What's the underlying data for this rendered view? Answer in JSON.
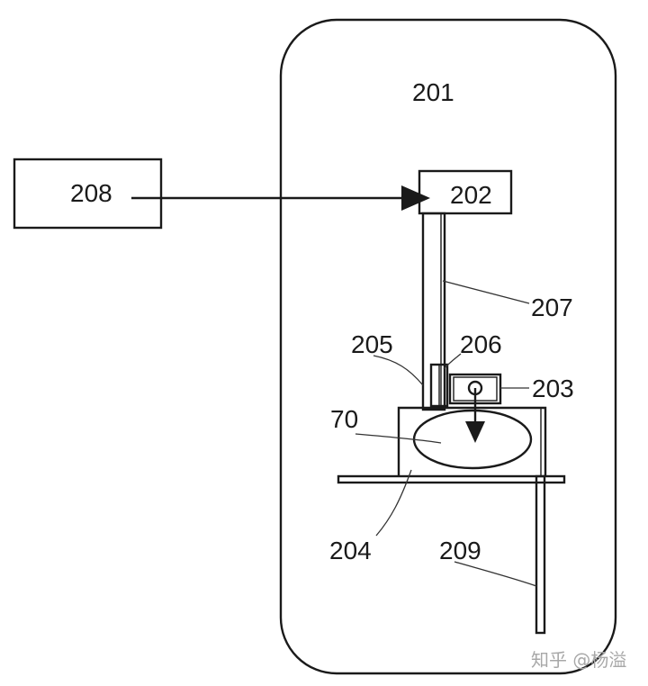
{
  "labels": {
    "housing": "201",
    "unit_202": "202",
    "unit_203": "203",
    "unit_204": "204",
    "unit_205": "205",
    "unit_206": "206",
    "unit_207": "207",
    "external_208": "208",
    "rod_209": "209",
    "target_70": "70"
  },
  "watermark": "知乎 @杨溢",
  "colors": {
    "line": "#1a1a1a",
    "leader": "#333333",
    "watermark": "#a8a8a8",
    "background": "#ffffff"
  }
}
